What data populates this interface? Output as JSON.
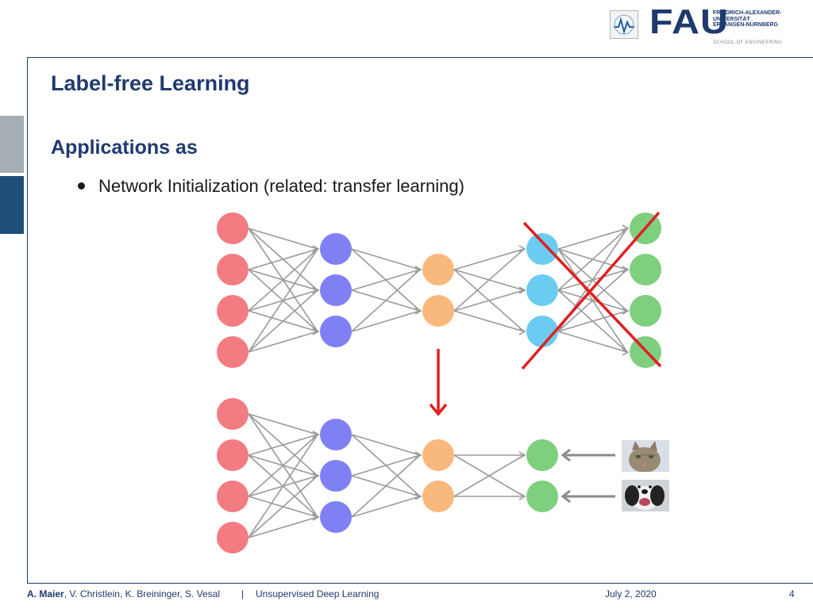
{
  "header": {
    "logo_wordmark": "FAU",
    "university_lines": [
      "FRIEDRICH-ALEXANDER-",
      "UNIVERSITÄT",
      "ERLANGEN-NÜRNBERG"
    ],
    "school": "SCHOOL OF ENGINEERING"
  },
  "slide": {
    "title": "Label-free Learning",
    "subtitle": "Applications as",
    "bullet": "Network Initialization (related: transfer learning)"
  },
  "diagram": {
    "colors": {
      "input": "#f37b82",
      "hidden1": "#8080f5",
      "bottleneck": "#f9b97c",
      "hidden2": "#6ccbf1",
      "output": "#7ecf7e",
      "edge": "#9a9a9a",
      "cross": "#e02020",
      "arrow": "#e02020"
    },
    "top_layer_sizes": [
      4,
      3,
      2,
      3,
      4
    ],
    "bottom_layer_sizes": [
      4,
      3,
      2,
      2
    ],
    "decoder_crossed_out": true,
    "bottom_inputs": [
      "cat photo",
      "dog photo"
    ]
  },
  "footer": {
    "author_bold": "A. Maier",
    "authors_rest": ", V. Christlein, K. Breininger, S. Vesal",
    "separator": "|",
    "course": "Unsupervised Deep Learning",
    "date": "July 2, 2020",
    "page": "4"
  }
}
